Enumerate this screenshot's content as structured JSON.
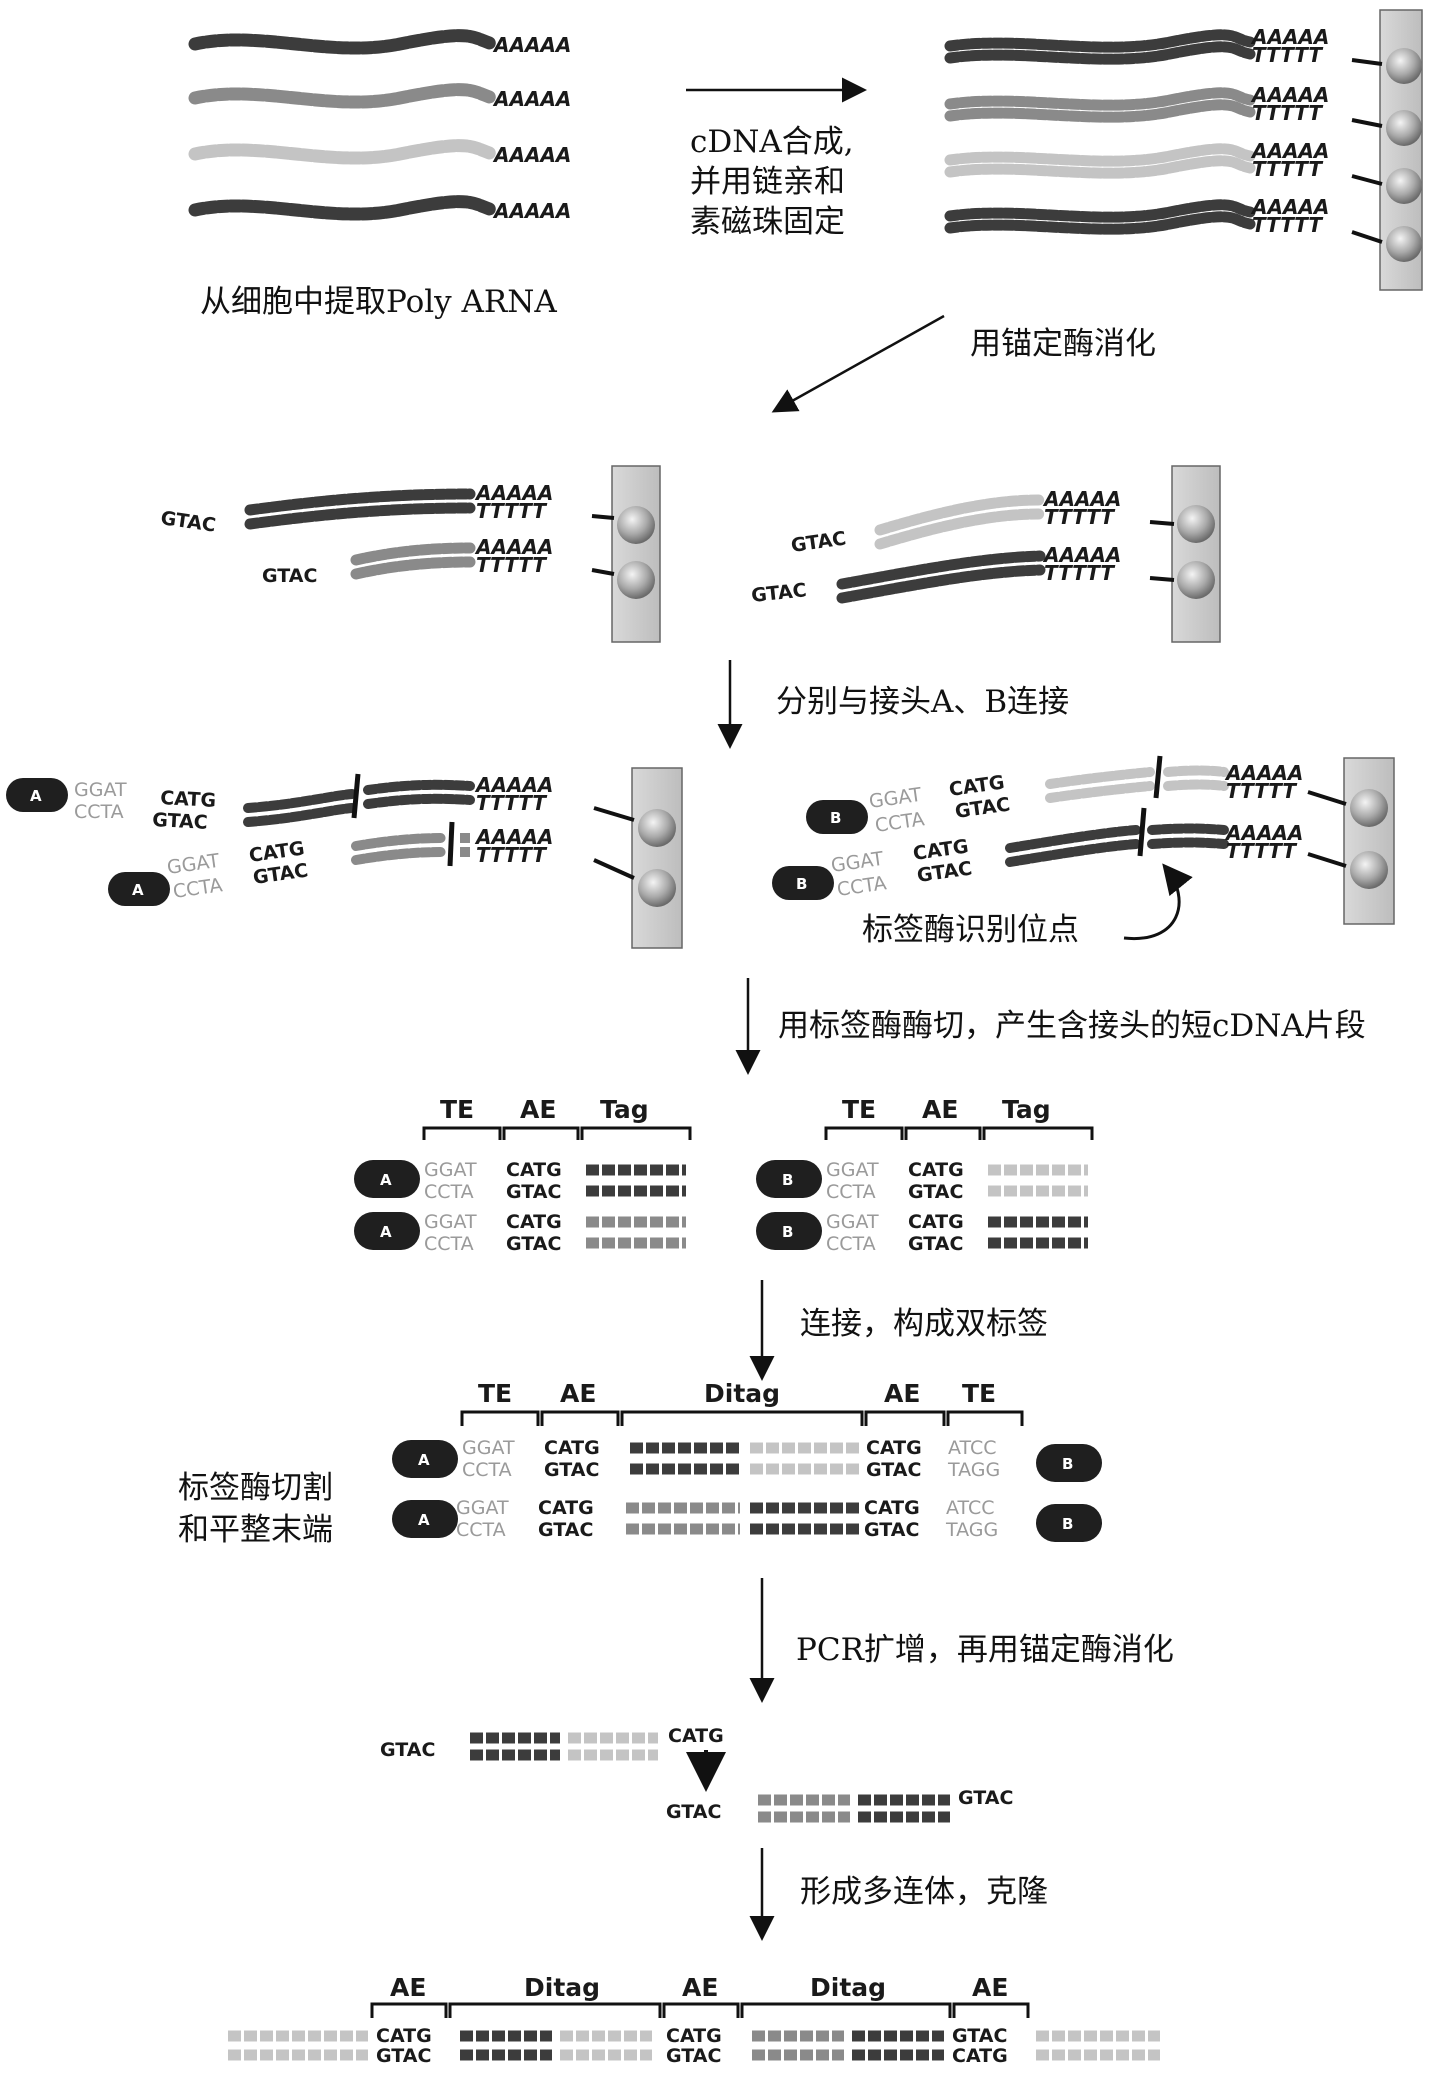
{
  "labels": {
    "step1_label": "cDNA合成,",
    "step1_label2": "并用链亲和",
    "step1_label3": "素磁珠固定",
    "extract_label": "从细胞中提取Poly ARNA",
    "step2_label": "用锚定酶消化",
    "step3_label": "分别与接头A、B连接",
    "tag_site_label": "标签酶识别位点",
    "step4_label": "用标签酶酶切，产生含接头的短cDNA片段",
    "step5_label": "连接，构成双标签",
    "blunt_label1": "标签酶切割",
    "blunt_label2": "和平整末端",
    "step6_label": "PCR扩增，再用锚定酶消化",
    "step7_label": "形成多连体，克隆"
  },
  "sequences": {
    "polyA": "AAAAA",
    "polyT": "TTTTT",
    "gtac": "GTAC",
    "catg": "CATG",
    "ggat": "GGAT",
    "ccta": "CCTA",
    "atcc": "ATCC",
    "tagg": "TAGG"
  },
  "adapters": {
    "a": "A",
    "b": "B"
  },
  "brackets": {
    "te": "TE",
    "ae": "AE",
    "tag": "Tag",
    "ditag": "Ditag"
  },
  "colors": {
    "dark": "#3c3c3c",
    "mid": "#8a8a8a",
    "light": "#c4c4c4",
    "adapter": "#1f1f1f"
  }
}
